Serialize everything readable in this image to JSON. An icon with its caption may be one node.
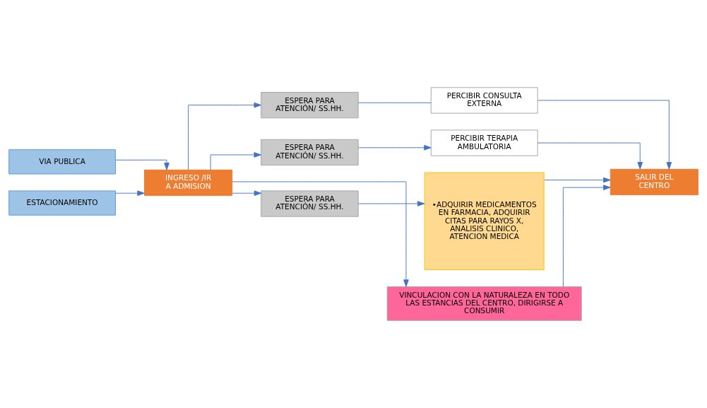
{
  "diagram": {
    "nodes": [
      {
        "text": [
          "VIA PUBLICA"
        ]
      },
      {
        "text": [
          "ESTACIONAMIENTO"
        ]
      },
      {
        "text": [
          "INGRESO /IR A ADMISION"
        ]
      },
      {
        "text": [
          "ESPERA PARA ATENCIÓN/ SS.HH."
        ]
      },
      {
        "text": [
          "PERCIBIR CONSULTA EXTERNA"
        ]
      },
      {
        "text": [
          "ESPERA PARA ATENCIÓN/ SS.HH."
        ]
      },
      {
        "text": [
          "PERCIBIR TERAPIA AMBULATORIA"
        ]
      },
      {
        "text": [
          "ESPERA PARA ATENCIÓN/ SS.HH."
        ]
      },
      {
        "text": [
          "•ADQUIRIR MEDICAMENTOS EN FARMACIA, ADQUIRIR CITAS PARA RAYOS X, ANALISIS CLINICO, ATENCION MEDICA"
        ]
      },
      {
        "text": [
          "VINCULACION CON LA NATURALEZA EN TODO LAS ESTANCIAS DEL CENTRO, DIRIGIRSE A CONSUMIR"
        ]
      },
      {
        "text": [
          "SALIR DEL CENTRO"
        ]
      }
    ],
    "edges": [
      {
        "from": 0,
        "to": 2,
        "arrow": "to"
      },
      {
        "from": 1,
        "to": 2,
        "arrow": "to"
      },
      {
        "from": 2,
        "to": 3,
        "arrow": "to"
      },
      {
        "from": 2,
        "to": 5,
        "arrow": "to"
      },
      {
        "from": 2,
        "to": 7,
        "arrow": "to"
      },
      {
        "from": 2,
        "to": 9,
        "arrow": "to"
      },
      {
        "from": 3,
        "to": 4,
        "arrow": "none"
      },
      {
        "from": 5,
        "to": 6,
        "arrow": "to"
      },
      {
        "from": 7,
        "to": 8,
        "arrow": "to"
      },
      {
        "from": 4,
        "to": 10,
        "arrow": "to"
      },
      {
        "from": 6,
        "to": 10,
        "arrow": "to"
      },
      {
        "from": 8,
        "to": 10,
        "arrow": "to"
      },
      {
        "from": 9,
        "to": 10,
        "arrow": "to"
      }
    ]
  }
}
